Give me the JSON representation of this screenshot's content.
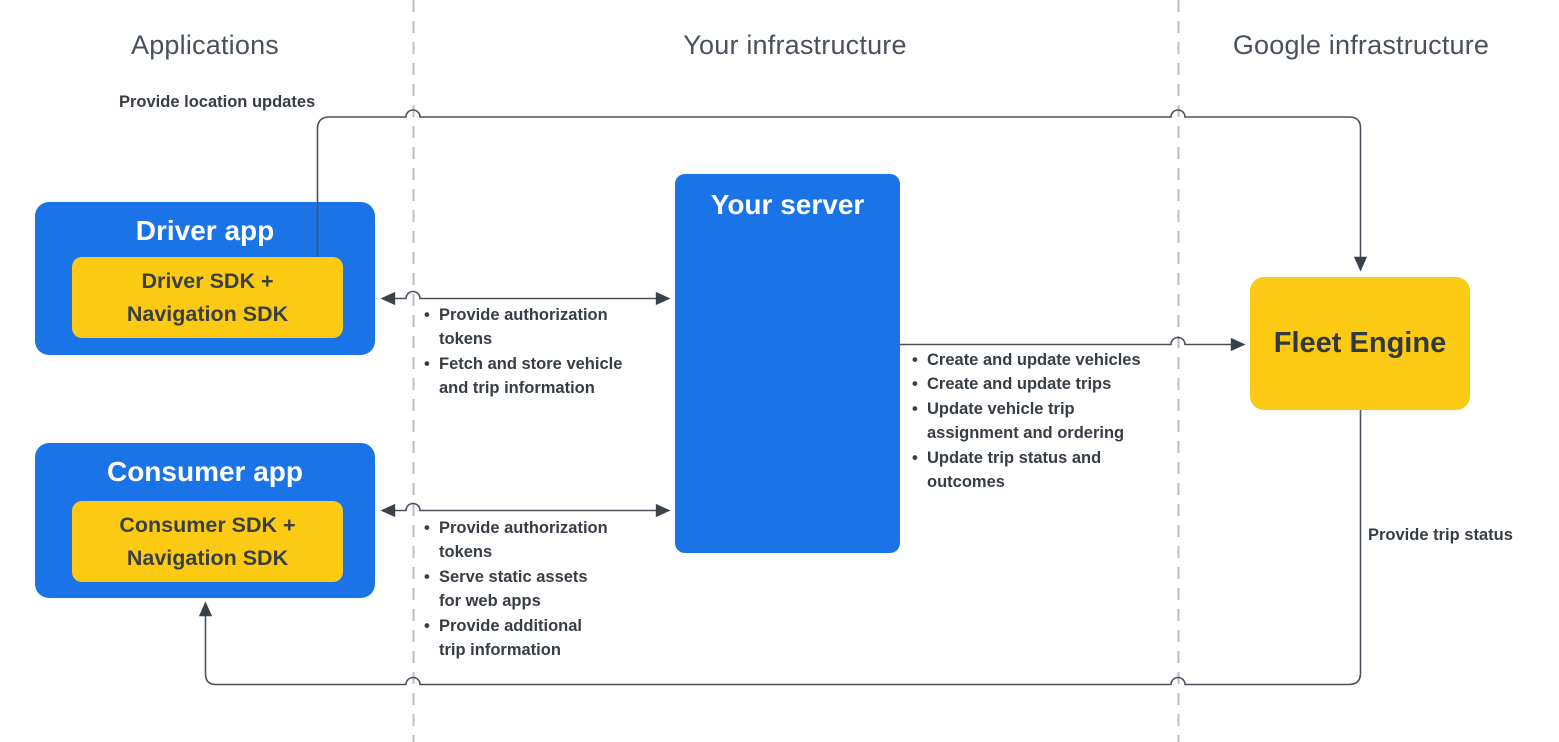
{
  "columns": {
    "applications": "Applications",
    "your_infrastructure": "Your infrastructure",
    "google_infrastructure": "Google infrastructure"
  },
  "nodes": {
    "driver_app": {
      "title": "Driver app",
      "sdk": "Driver SDK +\nNavigation SDK"
    },
    "consumer_app": {
      "title": "Consumer app",
      "sdk": "Consumer SDK +\nNavigation SDK"
    },
    "your_server": {
      "title": "Your server"
    },
    "fleet_engine": {
      "title": "Fleet Engine"
    }
  },
  "edge_labels": {
    "provide_location_updates": "Provide location updates",
    "provide_trip_status": "Provide trip status"
  },
  "lists": {
    "driver_server": {
      "items": [
        "Provide authorization\ntokens",
        "Fetch and store vehicle\nand trip information"
      ]
    },
    "consumer_server": {
      "items": [
        "Provide authorization\ntokens",
        "Serve static assets\nfor web apps",
        "Provide additional\ntrip information"
      ]
    },
    "server_fleet": {
      "items": [
        "Create and update vehicles",
        "Create and update trips",
        "Update vehicle trip\nassignment and ordering",
        "Update trip status and\noutcomes"
      ]
    }
  },
  "colors": {
    "blue": "#1a74e8",
    "yellow": "#fcca12",
    "line": "#49525a",
    "arrowhead": "#39424a",
    "dashed_divider": "#b9bec4",
    "header_text": "#49525c",
    "label_text": "#363d44"
  }
}
